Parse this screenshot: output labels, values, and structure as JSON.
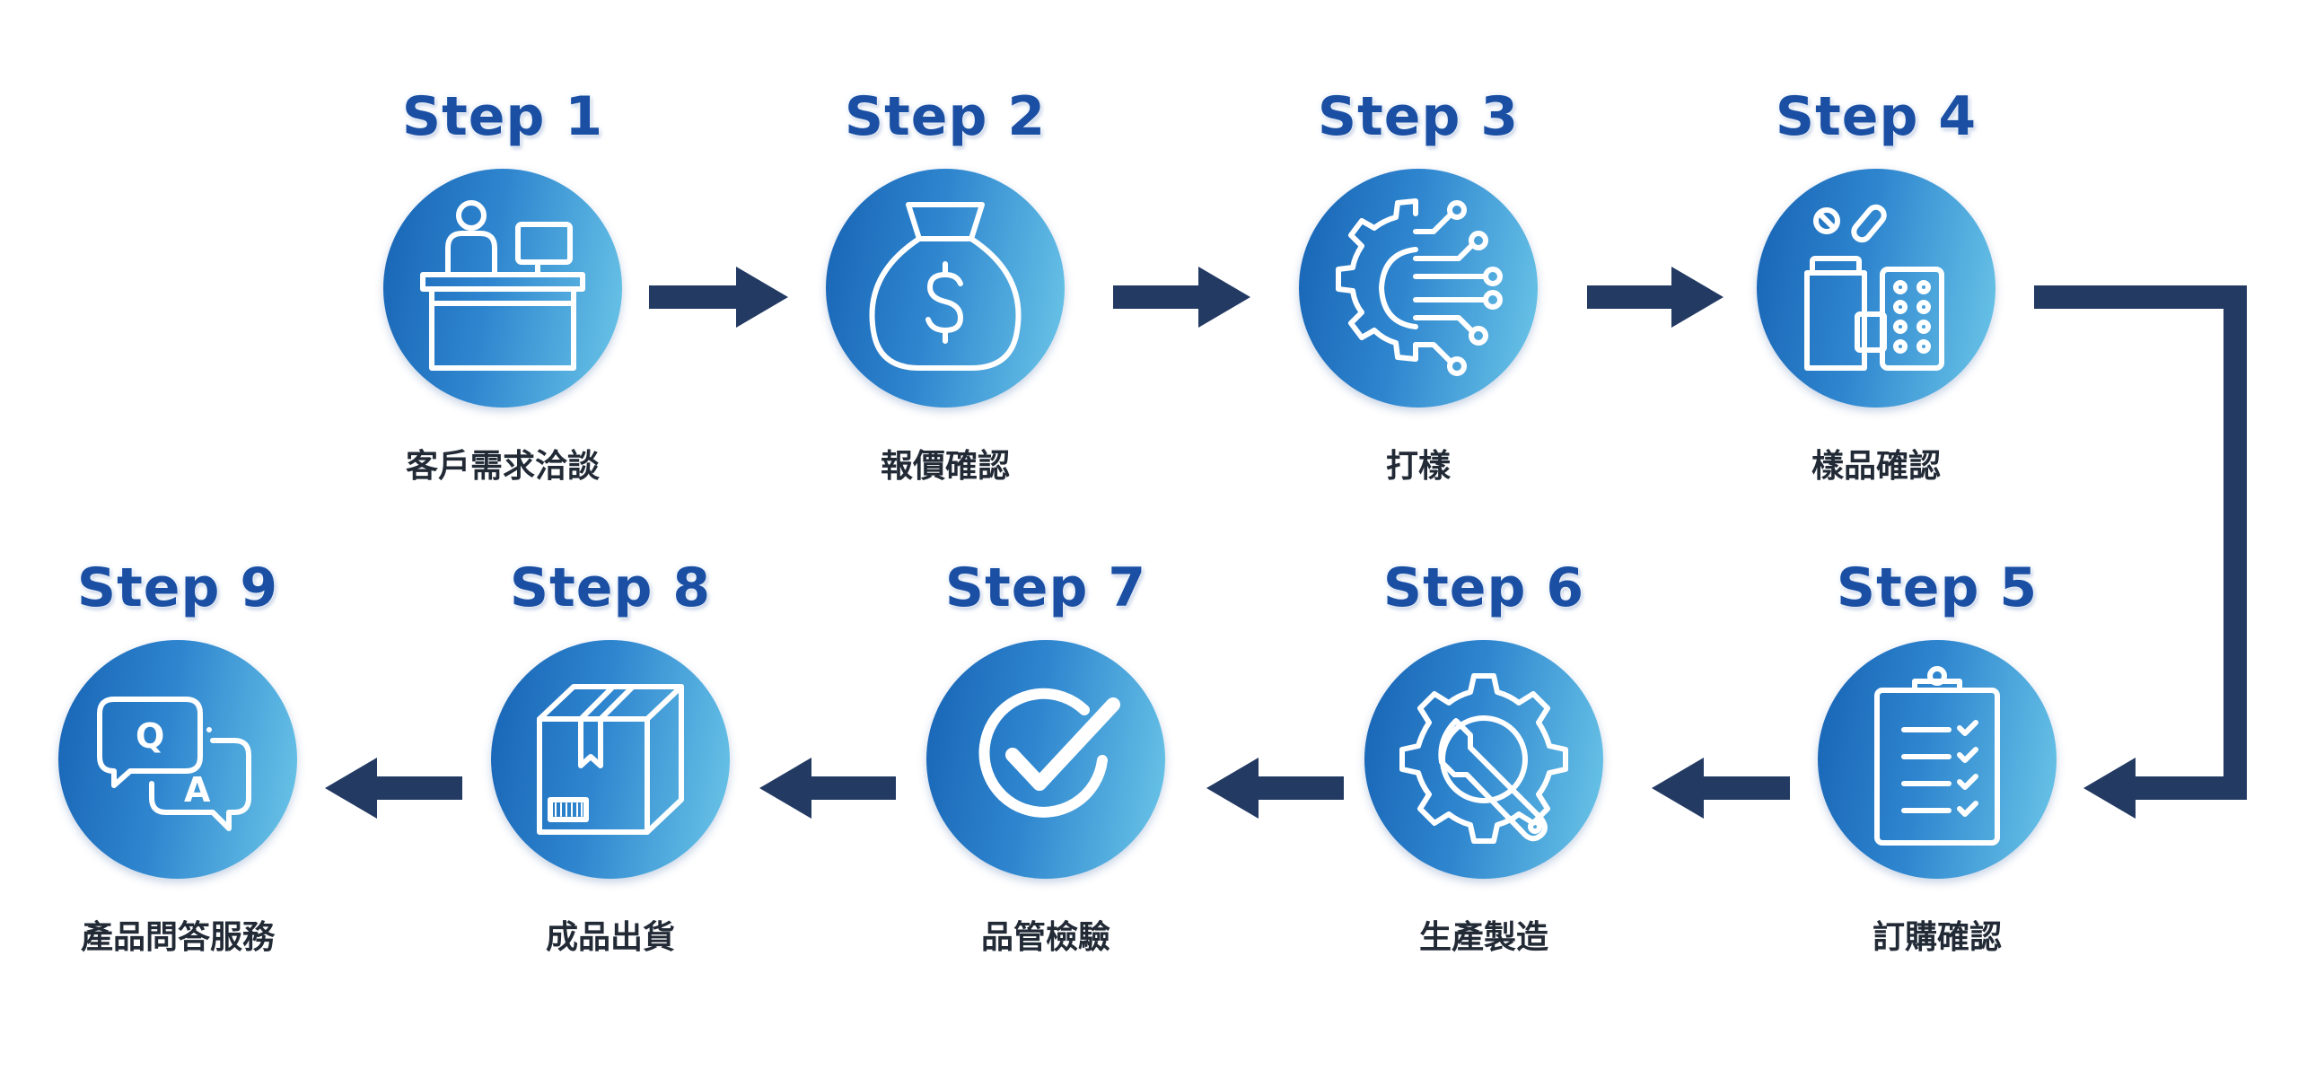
{
  "steps": [
    {
      "title": "Step 1",
      "label": "客戶需求洽談",
      "icon": "reception-desk-icon"
    },
    {
      "title": "Step 2",
      "label": "報價確認",
      "icon": "money-bag-icon"
    },
    {
      "title": "Step 3",
      "label": "打樣",
      "icon": "gear-circuit-icon"
    },
    {
      "title": "Step 4",
      "label": "樣品確認",
      "icon": "pills-bottle-icon"
    },
    {
      "title": "Step 5",
      "label": "訂購確認",
      "icon": "clipboard-checklist-icon"
    },
    {
      "title": "Step 6",
      "label": "生產製造",
      "icon": "gear-wrench-icon"
    },
    {
      "title": "Step 7",
      "label": "品管檢驗",
      "icon": "checkmark-icon"
    },
    {
      "title": "Step 8",
      "label": "成品出貨",
      "icon": "shipping-box-icon"
    },
    {
      "title": "Step 9",
      "label": "產品問答服務",
      "icon": "qa-chat-icon"
    }
  ],
  "colors": {
    "title": "#1a4fa3",
    "arrow": "#233a63",
    "circle_start": "#1763b4",
    "circle_end": "#6cc7e8",
    "label": "#222a36"
  }
}
